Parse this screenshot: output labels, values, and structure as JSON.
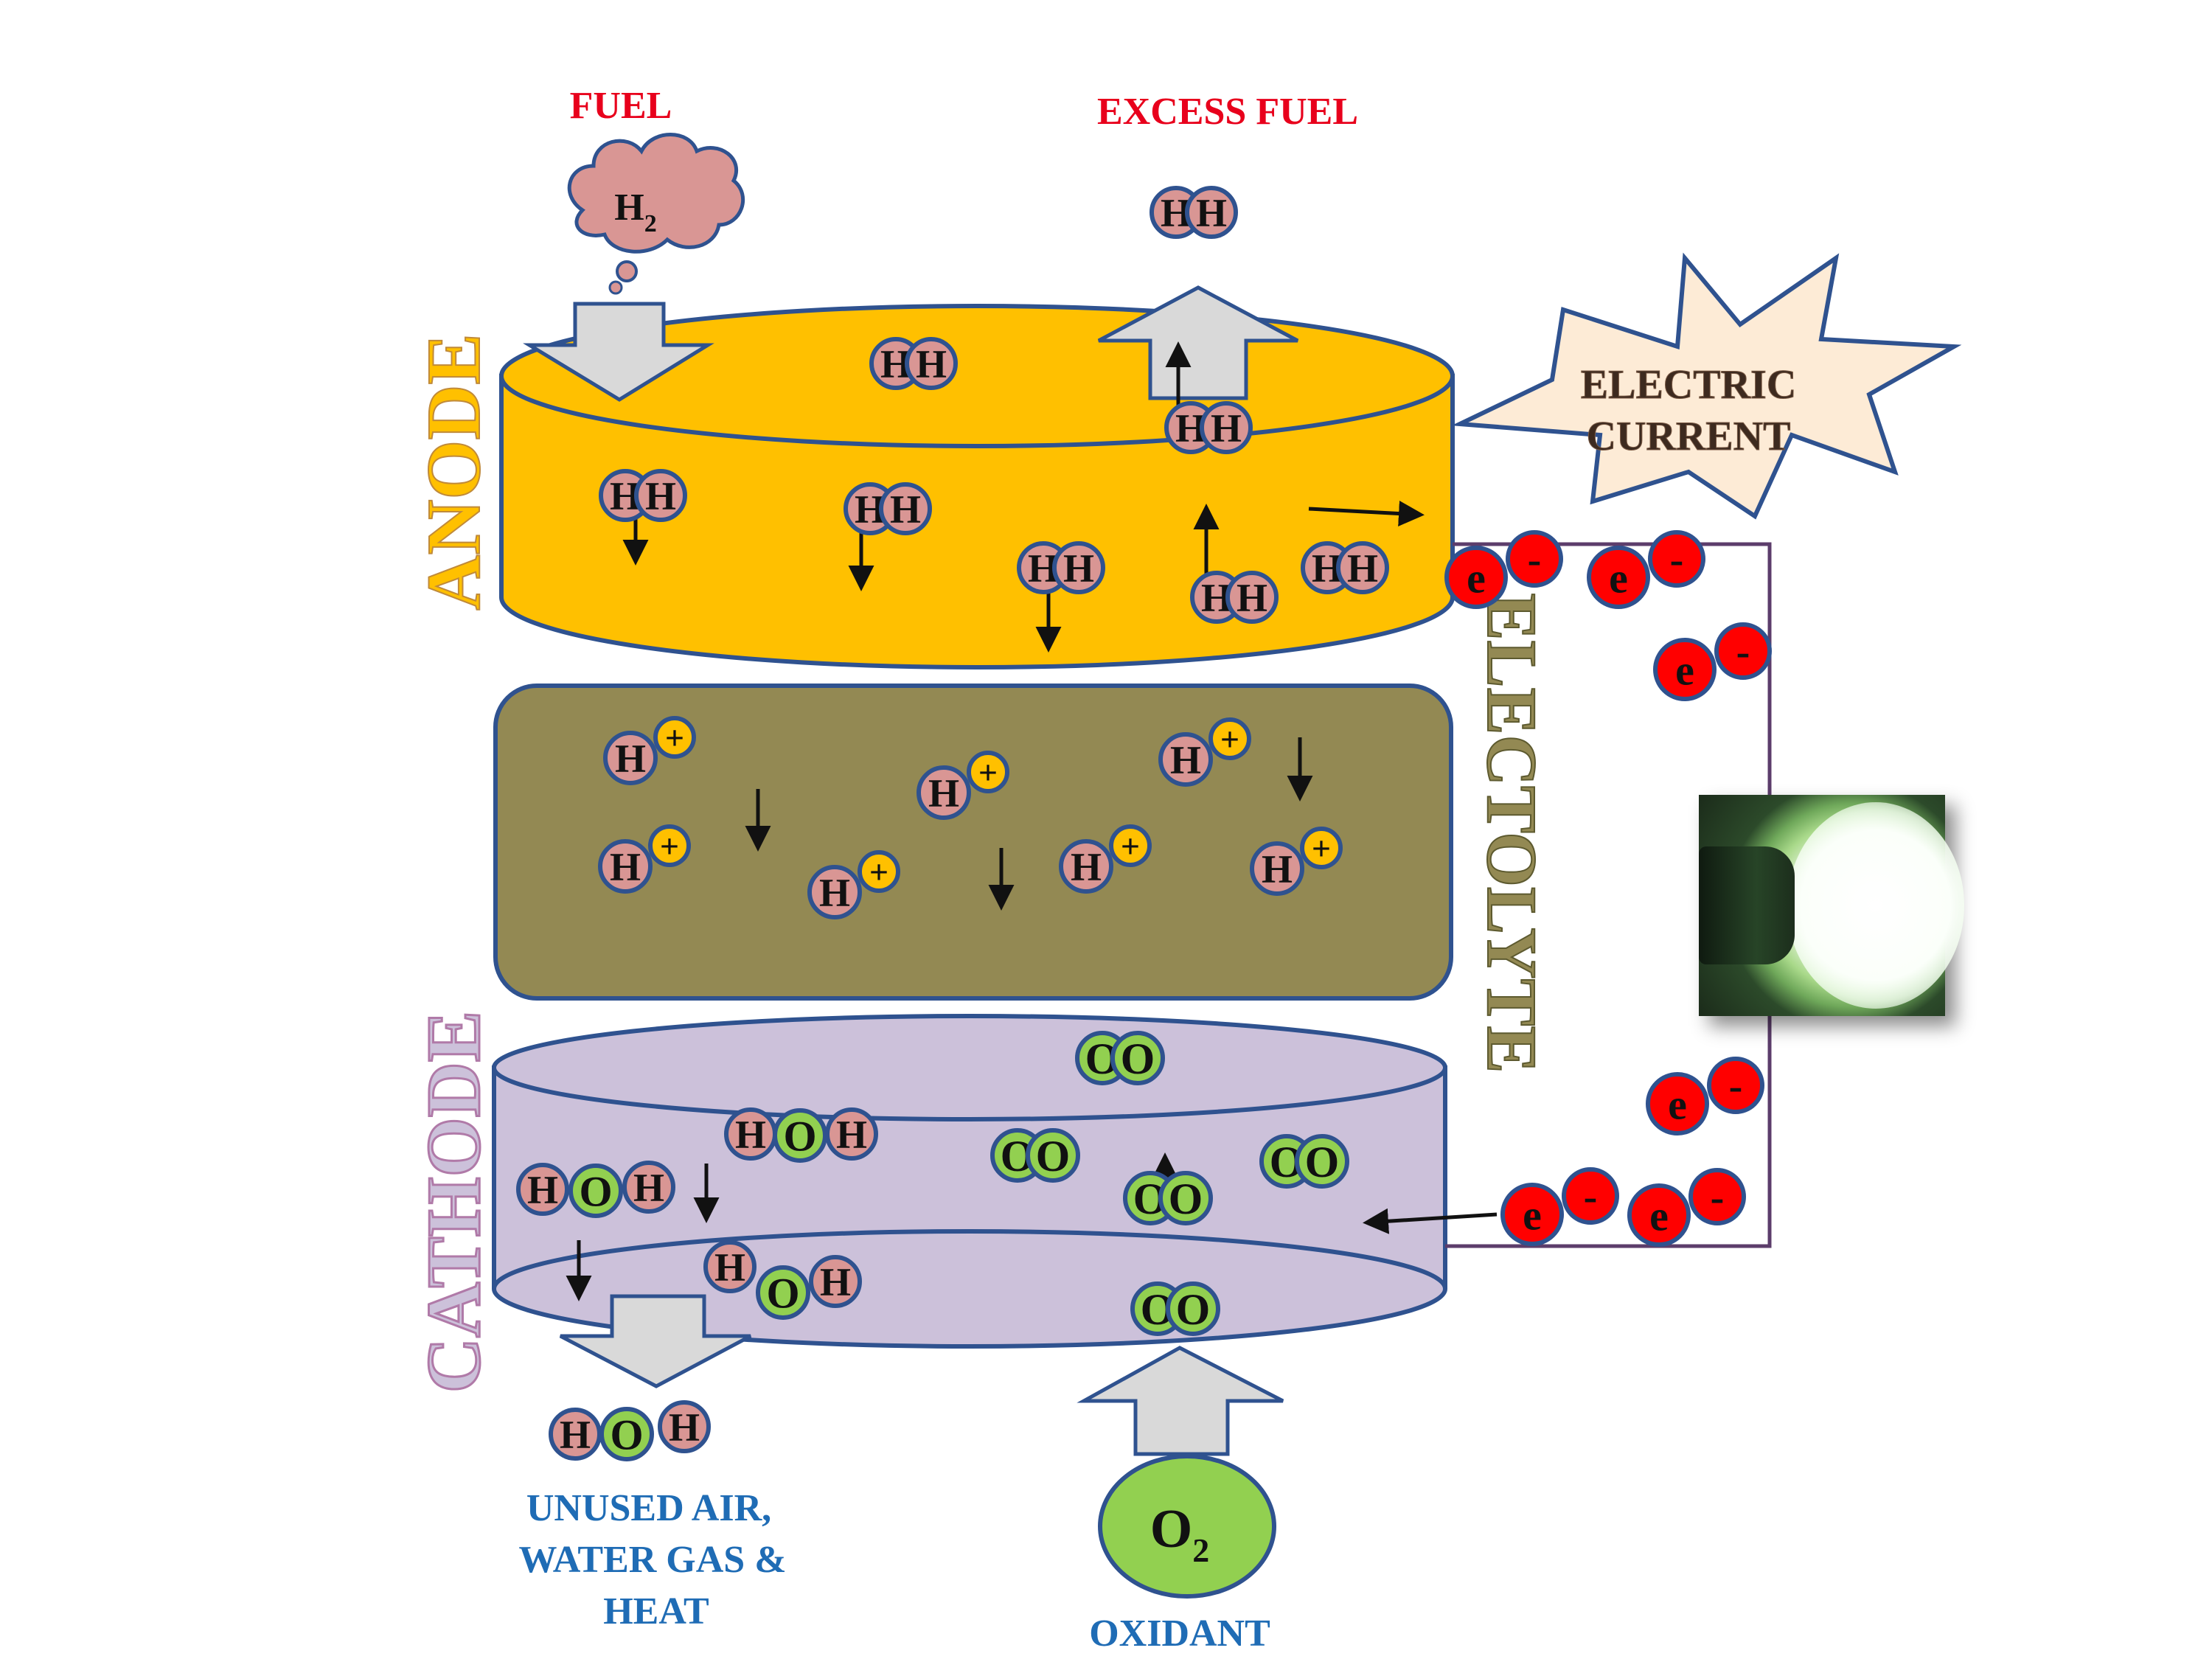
{
  "labels": {
    "fuel": "FUEL",
    "excess_fuel": "EXCESS FUEL",
    "anode": "ANODE",
    "electrolyte": "ELECTOLYTE",
    "cathode": "CATHODE",
    "electric_current_line1": "ELECTRIC",
    "electric_current_line2": "CURRENT",
    "unused_line1": "UNUSED AIR,",
    "unused_line2": "WATER GAS &",
    "unused_line3": "HEAT",
    "oxidant": "OXIDANT"
  },
  "species": {
    "hydrogen_atom": "H",
    "oxygen_atom": "O",
    "proton_charge": "+",
    "electron": "e",
    "electron_charge": "-",
    "h2_formula": "H",
    "h2_subscript": "2",
    "o2_formula": "O",
    "o2_subscript": "2"
  },
  "colors": {
    "title_red": "#e8001c",
    "bottom_blue": "#1f6cb5",
    "anode_fill": "#ffc000",
    "electrolyte_fill": "#938953",
    "cathode_fill": "#ccc1da",
    "hydrogen_fill": "#d99694",
    "oxygen_fill": "#92d050",
    "proton_fill": "#ffc000",
    "electron_fill": "#ff0000",
    "outline": "#2f528f",
    "wire": "#5c3d6b",
    "arrow_fill": "#d9d9d9",
    "cloud_fill": "#d99694",
    "burst_fill": "#fdebd6"
  },
  "icons": [
    "lamp-icon",
    "electric-burst-icon",
    "fuel-cloud-icon"
  ]
}
